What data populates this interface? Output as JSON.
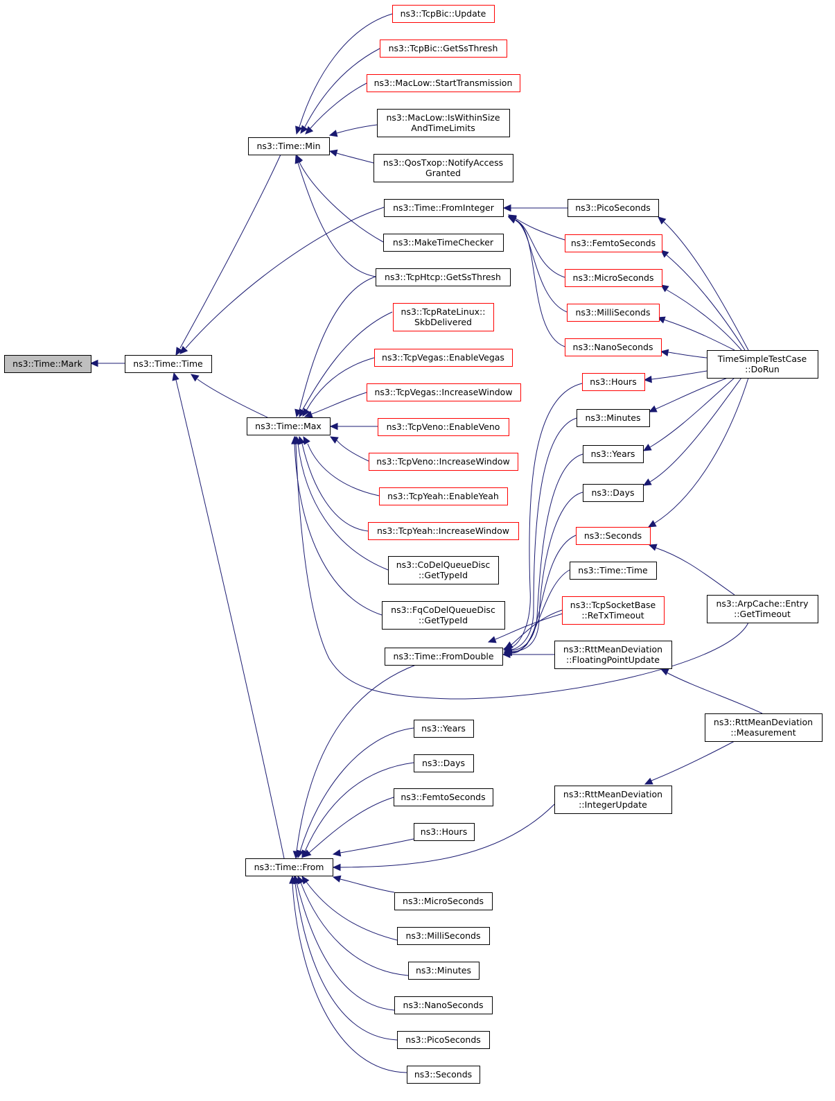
{
  "nodes": {
    "mark": [
      "ns3::Time::Mark"
    ],
    "time_ctor": [
      "ns3::Time::Time"
    ],
    "min": [
      "ns3::Time::Min"
    ],
    "max": [
      "ns3::Time::Max"
    ],
    "from": [
      "ns3::Time::From"
    ],
    "tcpbic_update": [
      "ns3::TcpBic::Update"
    ],
    "tcpbic_ssthresh": [
      "ns3::TcpBic::GetSsThresh"
    ],
    "maclow_start": [
      "ns3::MacLow::StartTransmission"
    ],
    "maclow_within": [
      "ns3::MacLow::IsWithinSize",
      "AndTimeLimits"
    ],
    "qostxop_notify": [
      "ns3::QosTxop::NotifyAccess",
      "Granted"
    ],
    "from_integer": [
      "ns3::Time::FromInteger"
    ],
    "make_time_checker": [
      "ns3::MakeTimeChecker"
    ],
    "tcphtcp_ssthresh": [
      "ns3::TcpHtcp::GetSsThresh"
    ],
    "tcpratelinux": [
      "ns3::TcpRateLinux::",
      "SkbDelivered"
    ],
    "tcpvegas_enable": [
      "ns3::TcpVegas::EnableVegas"
    ],
    "tcpvegas_increase": [
      "ns3::TcpVegas::IncreaseWindow"
    ],
    "tcpveno_enable": [
      "ns3::TcpVeno::EnableVeno"
    ],
    "tcpveno_increase": [
      "ns3::TcpVeno::IncreaseWindow"
    ],
    "tcpyeah_enable": [
      "ns3::TcpYeah::EnableYeah"
    ],
    "tcpyeah_increase": [
      "ns3::TcpYeah::IncreaseWindow"
    ],
    "codel_typeid": [
      "ns3::CoDelQueueDisc",
      "::GetTypeId"
    ],
    "fqcodel_typeid": [
      "ns3::FqCoDelQueueDisc",
      "::GetTypeId"
    ],
    "from_double": [
      "ns3::Time::FromDouble"
    ],
    "fi_picoseconds": [
      "ns3::PicoSeconds"
    ],
    "fi_femtoseconds": [
      "ns3::FemtoSeconds"
    ],
    "fi_microseconds": [
      "ns3::MicroSeconds"
    ],
    "fi_milliseconds": [
      "ns3::MilliSeconds"
    ],
    "fi_nanoseconds": [
      "ns3::NanoSeconds"
    ],
    "fd_hours": [
      "ns3::Hours"
    ],
    "fd_minutes": [
      "ns3::Minutes"
    ],
    "fd_years": [
      "ns3::Years"
    ],
    "fd_days": [
      "ns3::Days"
    ],
    "fd_seconds": [
      "ns3::Seconds"
    ],
    "fd_time_ctor": [
      "ns3::Time::Time"
    ],
    "fd_retx": [
      "ns3::TcpSocketBase",
      "::ReTxTimeout"
    ],
    "fd_rtt_float": [
      "ns3::RttMeanDeviation",
      "::FloatingPointUpdate"
    ],
    "time_simple_dorun": [
      "TimeSimpleTestCase",
      "::DoRun"
    ],
    "arpcache_timeout": [
      "ns3::ArpCache::Entry",
      "::GetTimeout"
    ],
    "rtt_measurement": [
      "ns3::RttMeanDeviation",
      "::Measurement"
    ],
    "rtt_integer": [
      "ns3::RttMeanDeviation",
      "::IntegerUpdate"
    ],
    "f_years": [
      "ns3::Years"
    ],
    "f_days": [
      "ns3::Days"
    ],
    "f_femtoseconds": [
      "ns3::FemtoSeconds"
    ],
    "f_hours": [
      "ns3::Hours"
    ],
    "f_microseconds": [
      "ns3::MicroSeconds"
    ],
    "f_milliseconds": [
      "ns3::MilliSeconds"
    ],
    "f_minutes": [
      "ns3::Minutes"
    ],
    "f_nanoseconds": [
      "ns3::NanoSeconds"
    ],
    "f_picoseconds": [
      "ns3::PicoSeconds"
    ],
    "f_seconds": [
      "ns3::Seconds"
    ]
  },
  "colors": {
    "edge": "#191970",
    "root_fill": "#bfbfbf",
    "border_red": "#ff0000",
    "border_black": "#000000"
  }
}
